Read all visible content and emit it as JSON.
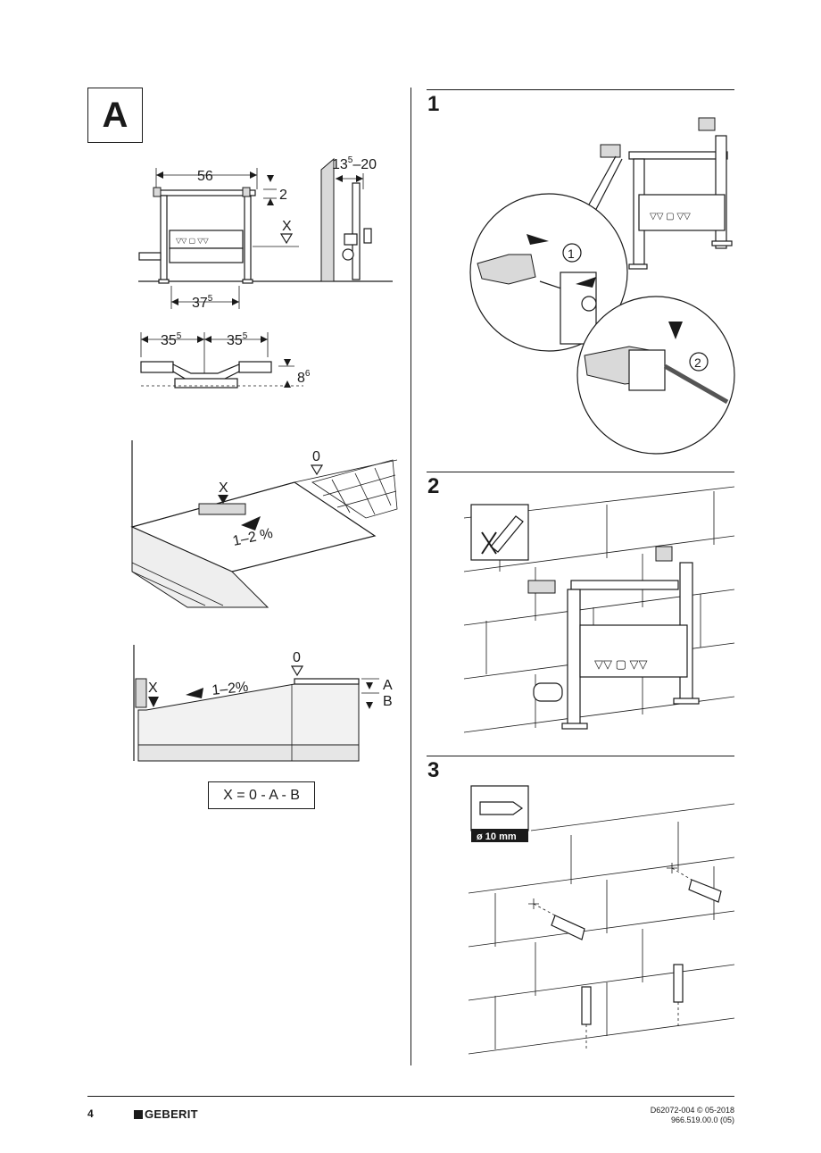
{
  "section": {
    "badge": "A"
  },
  "dimensions": {
    "width_top": "56",
    "gap": "2",
    "x_marker": "X",
    "depth_base": "13",
    "depth_sup": "5",
    "depth_range": "–20",
    "width_bottom_base": "37",
    "width_bottom_sup": "5",
    "offset_left_base": "35",
    "offset_left_sup": "5",
    "offset_right_base": "35",
    "offset_right_sup": "5",
    "height_base": "8",
    "height_sup": "6"
  },
  "slope_perspective": {
    "zero_label": "0",
    "x_label": "X",
    "slope": "1–2 %"
  },
  "slope_section": {
    "zero_label": "0",
    "x_label": "X",
    "slope": "1–2%",
    "label_a": "A",
    "label_b": "B"
  },
  "formula": "X = 0 - A - B",
  "steps": [
    {
      "number": "1",
      "callout_1": "1",
      "callout_2": "2"
    },
    {
      "number": "2"
    },
    {
      "number": "3",
      "drill_label": "ø 10 mm"
    }
  ],
  "footer": {
    "page_number": "4",
    "brand": "GEBERIT",
    "doc_ref": "D62072-004 © 05-2018",
    "article": "966.519.00.0 (05)"
  }
}
